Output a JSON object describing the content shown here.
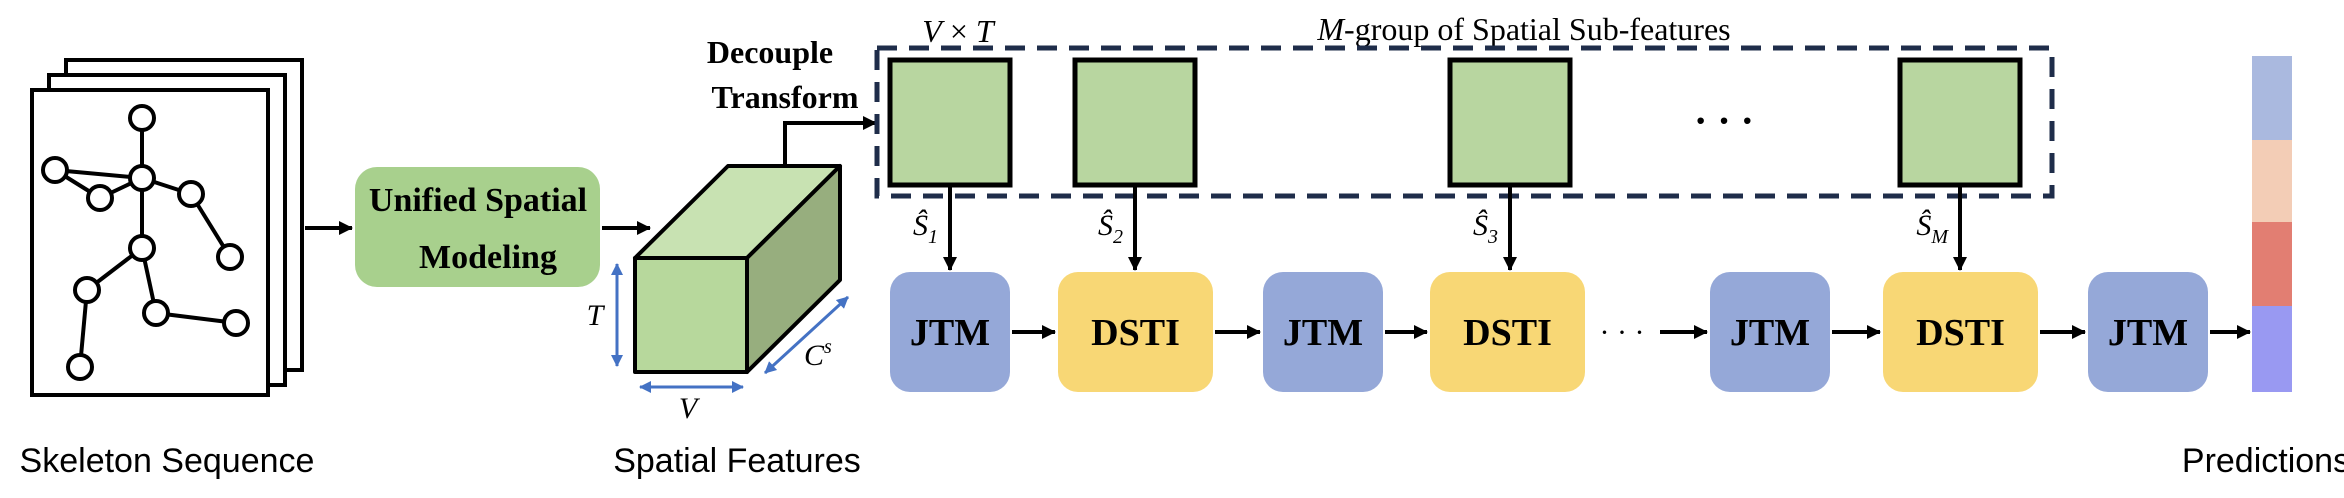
{
  "labels": {
    "skeleton_sequence": "Skeleton Sequence",
    "unified_line1": "Unified Spatial",
    "unified_line2": "Modeling",
    "spatial_features": "Spatial Features",
    "decouple_line1": "Decouple",
    "decouple_line2": "Transform",
    "cube_t": "T",
    "cube_v": "V",
    "cube_c": "C",
    "cube_c_sup": "s",
    "vt_v": "V",
    "vt_times": " × ",
    "vt_t": "T",
    "group_m": "M",
    "group_rest": "-group of Spatial Sub-features",
    "dots_top": "· · ·",
    "dots_chain": "· · ·",
    "predictions": "Predictions"
  },
  "subfeatures": [
    {
      "sym": "Ŝ",
      "sub": "1"
    },
    {
      "sym": "Ŝ",
      "sub": "2"
    },
    {
      "sym": "Ŝ",
      "sub": "3"
    },
    {
      "sym": "Ŝ",
      "sub": "M"
    }
  ],
  "blocks": [
    {
      "kind": "jtm",
      "label": "JTM"
    },
    {
      "kind": "dsti",
      "label": "DSTI"
    },
    {
      "kind": "jtm",
      "label": "JTM"
    },
    {
      "kind": "dsti",
      "label": "DSTI"
    },
    {
      "kind": "jtm",
      "label": "JTM"
    },
    {
      "kind": "dsti",
      "label": "DSTI"
    },
    {
      "kind": "jtm",
      "label": "JTM"
    }
  ],
  "colors": {
    "jtm": "#95a8d8",
    "dsti": "#f8d775",
    "unified": "#a8d08d",
    "subfeature": "#b8d6a0",
    "cube_front": "#b7d89c",
    "cube_top": "#c8e2b2",
    "cube_side": "#97ae7e",
    "dim_arrow": "#4472c4",
    "group_border": "#1f2d4a",
    "predictions": [
      "#aab9df",
      "#f3cdb6",
      "#e27e72",
      "#9999f2"
    ]
  }
}
